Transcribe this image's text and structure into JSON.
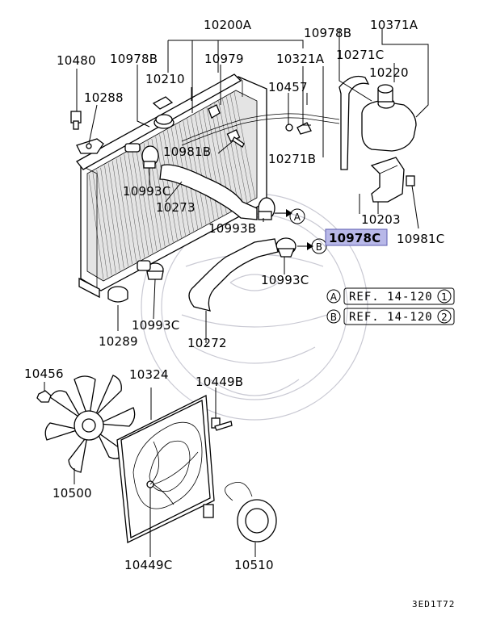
{
  "diagram": {
    "part_numbers": {
      "p10200A": "10200A",
      "p10978B_top": "10978B",
      "p10371A": "10371A",
      "p10480": "10480",
      "p10978B_left": "10978B",
      "p10979": "10979",
      "p10321A": "10321A",
      "p10271C": "10271C",
      "p10210": "10210",
      "p10220": "10220",
      "p10288": "10288",
      "p10457": "10457",
      "p10981B": "10981B",
      "p10271B": "10271B",
      "p10993C_1": "10993C",
      "p10273": "10273",
      "p10993B": "10993B",
      "p10203": "10203",
      "p10978C": "10978C",
      "p10981C": "10981C",
      "p10993C_2": "10993C",
      "p10289": "10289",
      "p10993C_3": "10993C",
      "p10272": "10272",
      "p10456": "10456",
      "p10324": "10324",
      "p10449B": "10449B",
      "p10500": "10500",
      "p10449C": "10449C",
      "p10510": "10510"
    },
    "connectors": {
      "a": "A",
      "b": "B"
    },
    "references": [
      {
        "letter": "A",
        "text": "REF. 14-120",
        "num": "1"
      },
      {
        "letter": "B",
        "text": "REF. 14-120",
        "num": "2"
      }
    ],
    "diagram_code": "3ED1T72",
    "highlight_color": "#b8b8e8"
  }
}
